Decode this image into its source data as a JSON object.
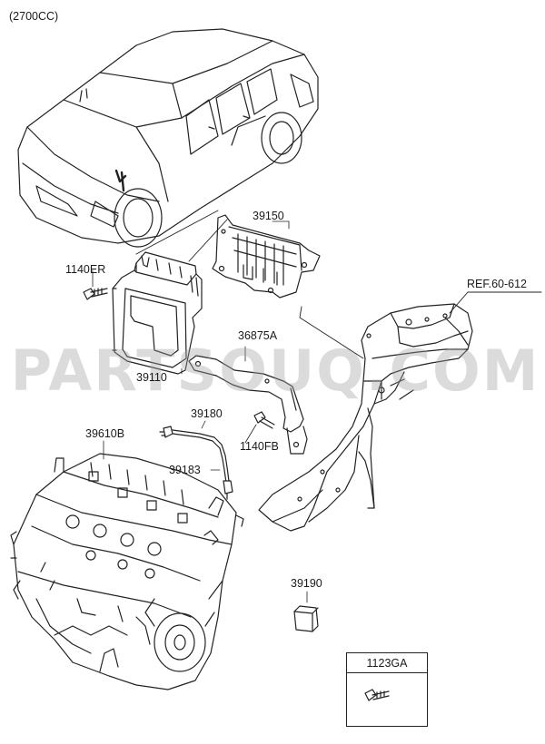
{
  "header": {
    "variant": "(2700CC)"
  },
  "watermark": "PARTSOUQ.COM",
  "ref_label": "REF.60-612",
  "parts": {
    "p39150": "39150",
    "p1140ER": "1140ER",
    "p39110": "39110",
    "p36875A": "36875A",
    "p39610B": "39610B",
    "p39180": "39180",
    "p1140FB": "1140FB",
    "p39183": "39183",
    "p39190": "39190",
    "p1123GA": "1123GA"
  },
  "colors": {
    "line": "#222222",
    "watermark": "#a0a0a0"
  }
}
